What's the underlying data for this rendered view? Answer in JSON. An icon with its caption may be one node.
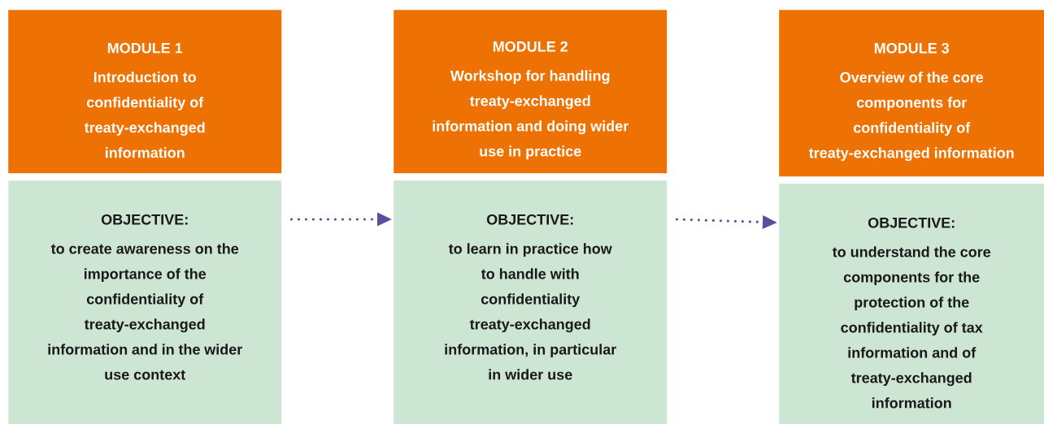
{
  "diagram": {
    "nodes": [
      {
        "text": [
          "MODULE 1",
          "Introduction to confidentiality of treaty-exchanged information"
        ]
      },
      {
        "text": [
          "OBJECTIVE:",
          "to create awareness on the importance of the confidentiality of treaty-exchanged information and in the wider use context"
        ]
      },
      {
        "text": [
          "MODULE 2",
          "Workshop for handling treaty-exchanged information and doing wider use in practice"
        ]
      },
      {
        "text": [
          "OBJECTIVE:",
          "to learn in practice how to handle with confidentiality treaty-exchanged information, in particular in wider use"
        ]
      },
      {
        "text": [
          "MODULE 3",
          "Overview of the core components for confidentiality of treaty-exchanged information"
        ]
      },
      {
        "text": [
          "OBJECTIVE:",
          "to understand the core components for the protection of the confidentiality of tax information and of treaty-exchanged information"
        ]
      }
    ],
    "edges": [
      {
        "from": 1,
        "to": 3,
        "arrow": "to",
        "style": "dashed"
      },
      {
        "from": 3,
        "to": 5,
        "arrow": "to",
        "style": "dashed"
      }
    ]
  }
}
